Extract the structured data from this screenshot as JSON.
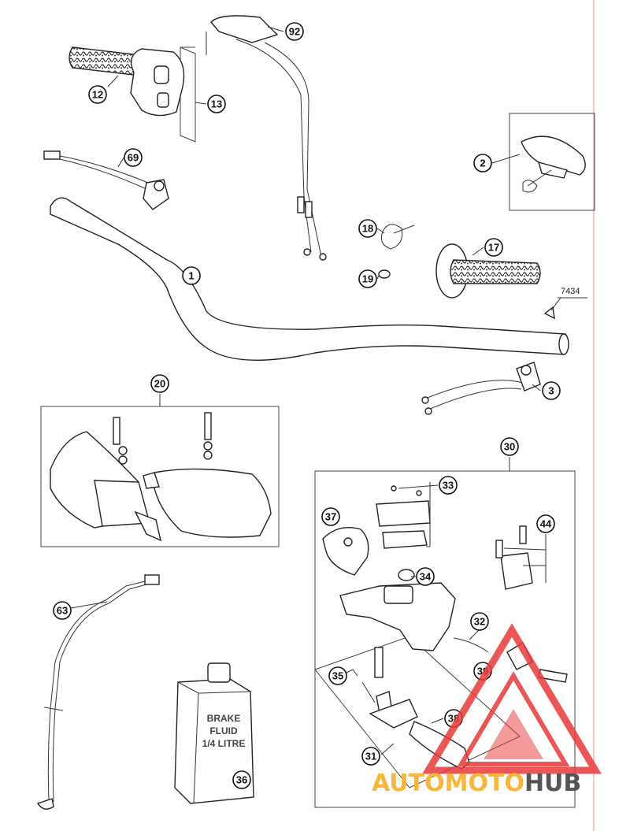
{
  "callouts": [
    {
      "label": "92"
    },
    {
      "label": "12"
    },
    {
      "label": "13"
    },
    {
      "label": "69"
    },
    {
      "label": "2"
    },
    {
      "label": "18"
    },
    {
      "label": "17"
    },
    {
      "label": "1"
    },
    {
      "label": "19"
    },
    {
      "label": "3"
    },
    {
      "label": "20"
    },
    {
      "label": "30"
    },
    {
      "label": "33"
    },
    {
      "label": "37"
    },
    {
      "label": "44"
    },
    {
      "label": "34"
    },
    {
      "label": "32"
    },
    {
      "label": "39"
    },
    {
      "label": "35"
    },
    {
      "label": "38"
    },
    {
      "label": "31"
    },
    {
      "label": "63"
    },
    {
      "label": "36"
    }
  ],
  "plain_label": "7434",
  "bottle": {
    "lines": [
      "BRAKE",
      "FLUID",
      "1/4 LITRE"
    ]
  },
  "watermark": {
    "auto": "AUTO",
    "moto": "MOTO",
    "hub": "HUB",
    "accent_color": "#f6b73c",
    "triangle_color": "#e83a3a",
    "hub_color": "#555555"
  },
  "colors": {
    "margin_line": "#f2a0a0",
    "stroke": "#222222"
  }
}
